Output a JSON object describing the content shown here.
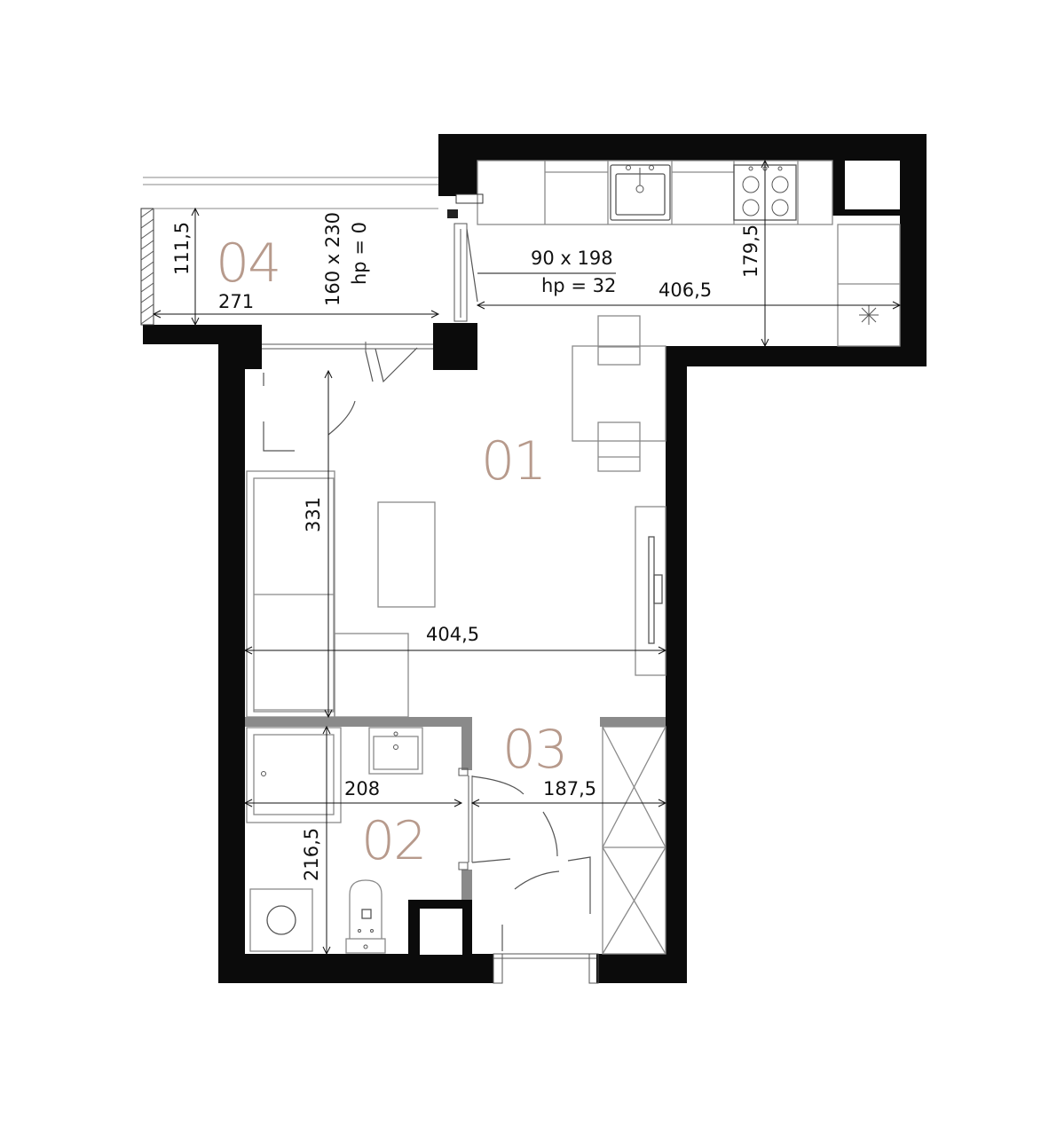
{
  "plan": {
    "rooms": [
      {
        "id": "room-01",
        "number": "01"
      },
      {
        "id": "room-02",
        "number": "02"
      },
      {
        "id": "room-03",
        "number": "03"
      },
      {
        "id": "room-04",
        "number": "04"
      }
    ],
    "dimensions": {
      "balcony_depth": "111,5",
      "balcony_width": "271",
      "balcony_door": "160 x 230",
      "balcony_door_hp": "hp = 0",
      "kitchen_window": "90 x 198",
      "kitchen_window_hp": "hp = 32",
      "kitchen_length": "406,5",
      "kitchen_depth": "179,5",
      "living_depth": "331",
      "living_width": "404,5",
      "bath_width": "208",
      "bath_depth": "216,5",
      "hall_width": "187,5"
    }
  }
}
